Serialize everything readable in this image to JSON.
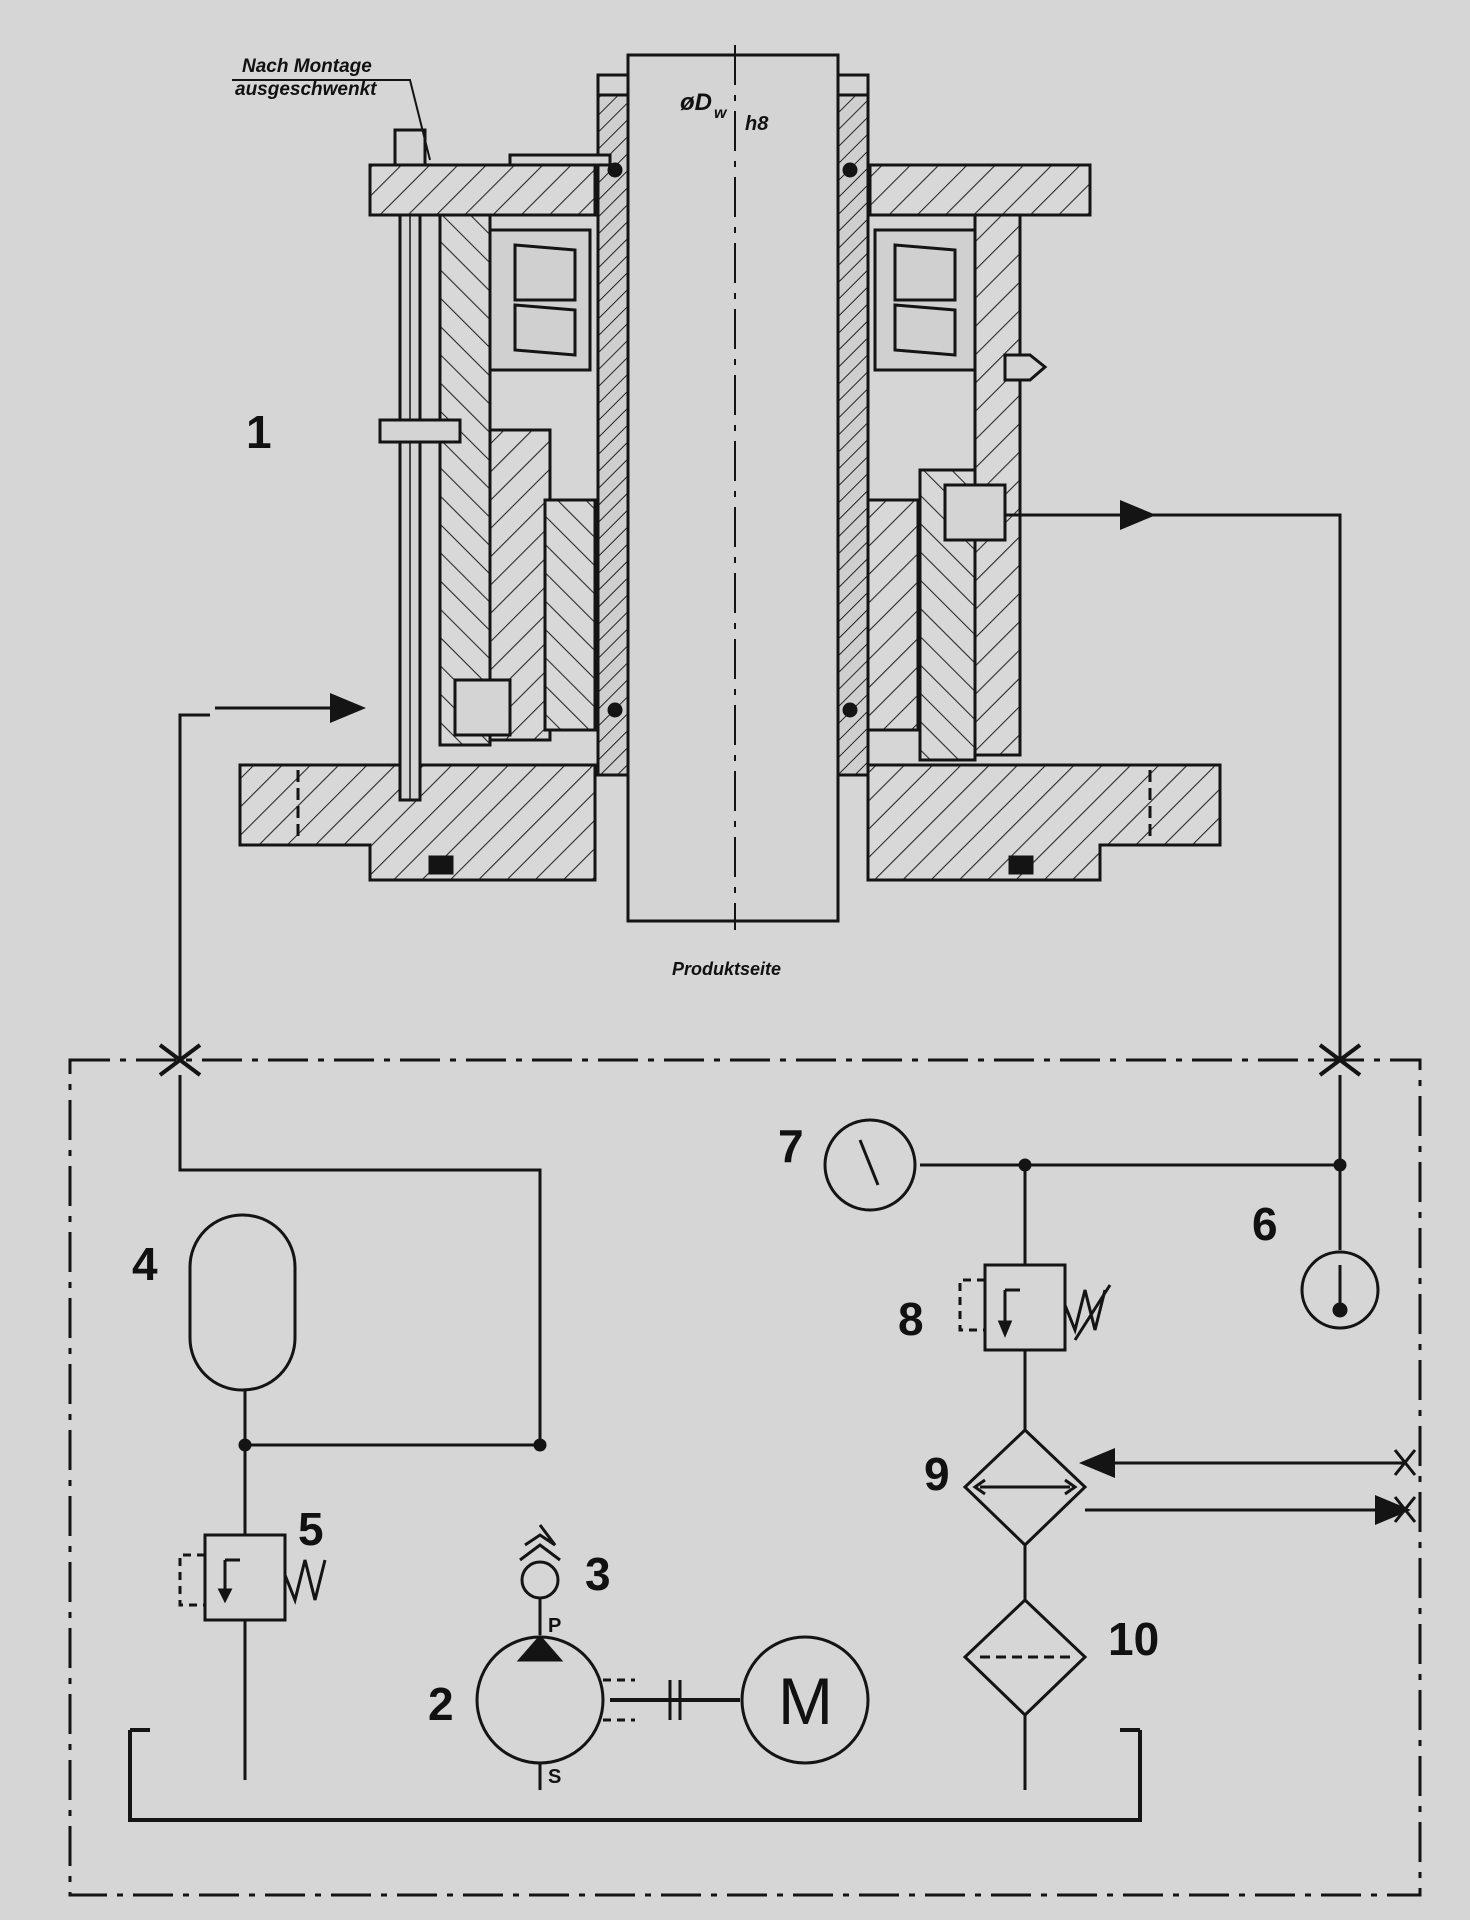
{
  "annotations": {
    "assembly_note": [
      "Nach Montage",
      "ausgeschwenkt"
    ],
    "diameter": "øD",
    "diameter_sub": "w",
    "tolerance": "h8",
    "product_side": "Produktseite"
  },
  "callouts": {
    "seal": "1",
    "pump": "2",
    "check_valve": "3",
    "accumulator": "4",
    "relief_valve_fixed": "5",
    "thermometer": "6",
    "pressure_gauge": "7",
    "relief_valve_adjustable": "8",
    "cooler": "9",
    "filter": "10"
  },
  "pump_ports": {
    "pressure": "P",
    "suction": "S"
  },
  "motor_label": "M",
  "colors": {
    "background": "#d6d6d6",
    "ink": "#141414",
    "hatch": "#2a2a2a"
  }
}
